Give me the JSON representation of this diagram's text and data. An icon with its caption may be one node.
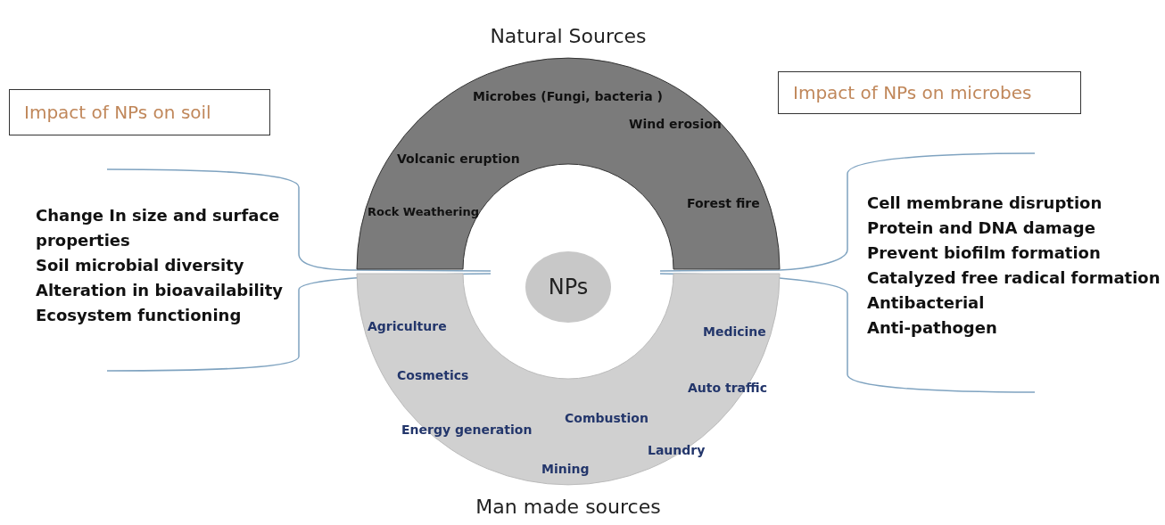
{
  "diagram": {
    "nodes": [
      {
        "text": [
          "Natural Sources",
          "Microbes (Fungi, bacteria )",
          "Wind erosion",
          "Volcanic eruption",
          "Forest fire",
          "Rock Weathering"
        ]
      },
      {
        "text": [
          "Agriculture",
          "Medicine",
          "Cosmetics",
          "Auto traffic",
          "Combustion",
          "Energy generation",
          "Laundry",
          "Mining",
          "Man made sources"
        ]
      },
      {
        "text": [
          "NPs"
        ]
      },
      {
        "text": [
          "Impact of NPs on soil"
        ]
      },
      {
        "text": [
          "Impact of NPs on microbes"
        ]
      }
    ],
    "labels": [
      "Cell membrane disruption",
      "Change In size and surface properties",
      "Protein and DNA damage",
      "Prevent biofilm formation",
      "Soil microbial diversity",
      "Catalyzed free radical formation",
      "Alteration in bioavailability",
      "Antibacterial",
      "Ecosystem functioning",
      "Anti-pathogen"
    ]
  }
}
